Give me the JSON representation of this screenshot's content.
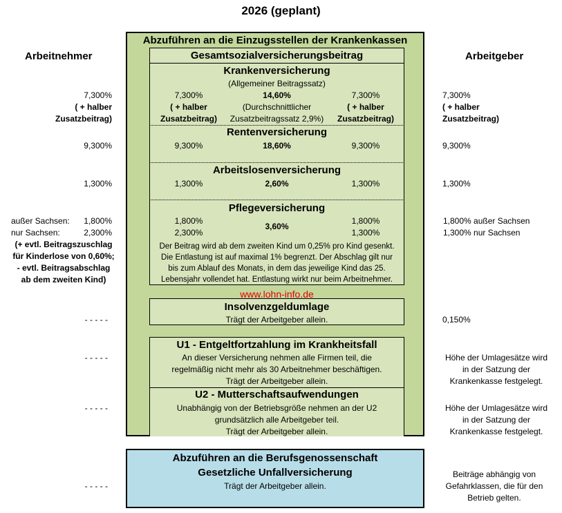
{
  "title": "2026 (geplant)",
  "headers": {
    "employee": "Arbeitnehmer",
    "employer": "Arbeitgeber",
    "kk_title": "Abzuführen an die Einzugsstellen der Krankenkassen",
    "gsv_title": "Gesamtsozialversicherungsbeitrag"
  },
  "kv": {
    "title": "Krankenversicherung",
    "subtitle": "(Allgemeiner Beitragssatz)",
    "total": "14,60%",
    "avg_line1": "(Durchschnittlicher",
    "avg_line2": "Zusatzbeitragssatz 2,9%)",
    "share": "7,300%",
    "share_inner": "7,300%",
    "half_line1": "( + halber",
    "half_line2": "Zusatzbeitrag)"
  },
  "rv": {
    "title": "Rentenversicherung",
    "total": "18,60%",
    "share": "9,300%",
    "share_inner": "9,300%"
  },
  "av": {
    "title": "Arbeitslosenversicherung",
    "total": "2,60%",
    "share": "1,300%",
    "share_inner": "1,300%"
  },
  "pv": {
    "title": "Pflegeversicherung",
    "total": "3,60%",
    "an_not_saxony_label": "außer Sachsen:",
    "an_not_saxony_value": "1,800%",
    "an_saxony_label": "nur Sachsen:",
    "an_saxony_value": "2,300%",
    "an_note": [
      "(+ evtl. Beitragszuschlag",
      "für Kinderlose von 0,60%;",
      "- evtl. Beitragsabschlag",
      "ab dem zweiten Kind)"
    ],
    "inner_an_1": "1,800%",
    "inner_an_2": "2,300%",
    "inner_ag_1": "1,800%",
    "inner_ag_2": "1,300%",
    "ag_not_saxony": "1,800% außer Sachsen",
    "ag_saxony": "1,300% nur Sachsen",
    "note": [
      "Der Beitrag wird ab dem zweiten Kind um 0,25% pro Kind gesenkt.",
      "Die Entlastung ist auf maximal 1% begrenzt. Der Abschlag gilt nur",
      "bis zum Ablauf des Monats, in dem das jeweilige Kind das 25.",
      "Lebensjahr vollendet hat. Entlastung wirkt nur beim Arbeitnehmer."
    ]
  },
  "website": "www.lohn-info.de",
  "insolvenz": {
    "title": "Insolvenzgeldumlage",
    "text": "Trägt der Arbeitgeber allein.",
    "an": "- - - - -",
    "ag": "0,150%"
  },
  "u1": {
    "title": "U1 - Entgeltfortzahlung im Krankheitsfall",
    "lines": [
      "An dieser Versicherung nehmen alle Firmen teil, die",
      "regelmäßig nicht mehr als 30 Arbeitnehmer beschäftigen.",
      "Trägt der Arbeitgeber allein."
    ],
    "an": "- - - - -",
    "ag": [
      "Höhe der Umlagesätze wird",
      "in der Satzung der",
      "Krankenkasse festgelegt."
    ]
  },
  "u2": {
    "title": "U2 - Mutterschaftsaufwendungen",
    "lines": [
      "Unabhängig von der Betriebsgröße nehmen an der U2",
      "grundsätzlich alle Arbeitgeber teil.",
      "Trägt der Arbeitgeber allein."
    ],
    "an": "- - - - -",
    "ag": [
      "Höhe der Umlagesätze wird",
      "in der Satzung der",
      "Krankenkasse festgelegt."
    ]
  },
  "bg": {
    "title": "Abzuführen an die Berufsgenossenschaft",
    "subtitle": "Gesetzliche Unfallversicherung",
    "text": "Trägt der Arbeitgeber allein.",
    "an": "- - - - -",
    "ag": [
      "Beiträge abhängig von",
      "Gefahrklassen, die für den",
      "Betrieb gelten."
    ]
  }
}
